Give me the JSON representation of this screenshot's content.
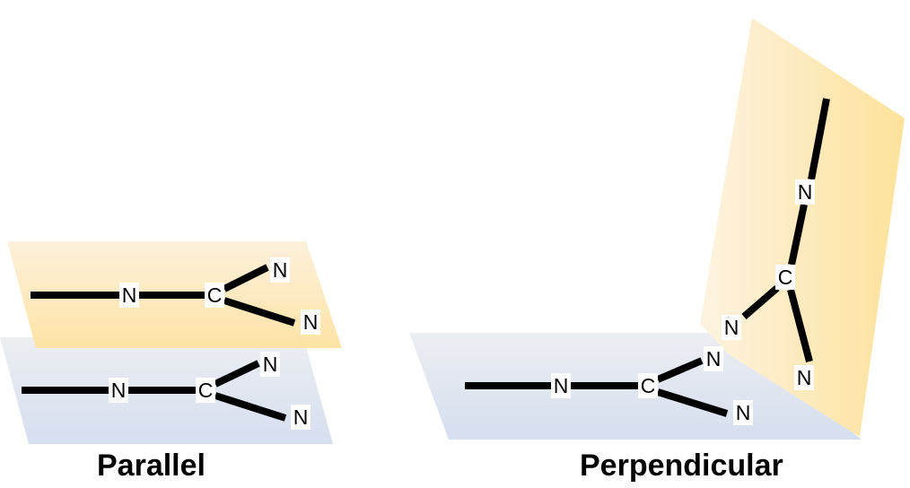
{
  "captions": {
    "parallel": "Parallel",
    "perpendicular": "Perpendicular"
  },
  "atoms": {
    "nitrogen": "N",
    "carbon": "C"
  },
  "colors": {
    "plane_blue_top": "#eceef1",
    "plane_blue_bottom": "#d6dff0",
    "plane_orange_light": "#fdf0d8",
    "plane_orange_dark": "#fde39f",
    "bond": "#000000",
    "text": "#000000"
  }
}
